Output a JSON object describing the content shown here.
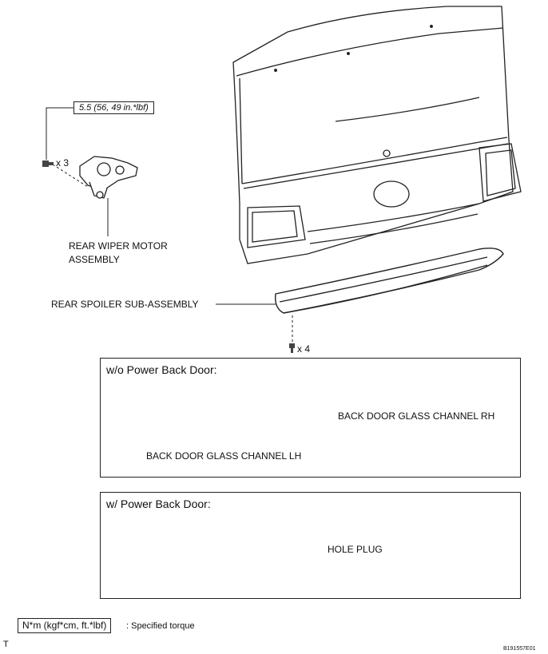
{
  "torque_spec": "5.5 (56, 49 in.*lbf)",
  "labels": {
    "wiper_qty": "x 3",
    "wiper_motor_line1": "REAR WIPER MOTOR",
    "wiper_motor_line2": "ASSEMBLY",
    "spoiler": "REAR SPOILER SUB-ASSEMBLY",
    "bolt_qty": "x 4"
  },
  "panel_without": {
    "title": "w/o Power Back Door:",
    "channel_rh": "BACK DOOR GLASS CHANNEL RH",
    "channel_lh": "BACK DOOR GLASS CHANNEL LH"
  },
  "panel_with": {
    "title": "w/ Power Back Door:",
    "hole_plug": "HOLE PLUG"
  },
  "legend": {
    "unit": "N*m (kgf*cm, ft.*lbf)",
    "text": ": Specified torque"
  },
  "corner_mark": "T",
  "figure_id": "B191557E01"
}
